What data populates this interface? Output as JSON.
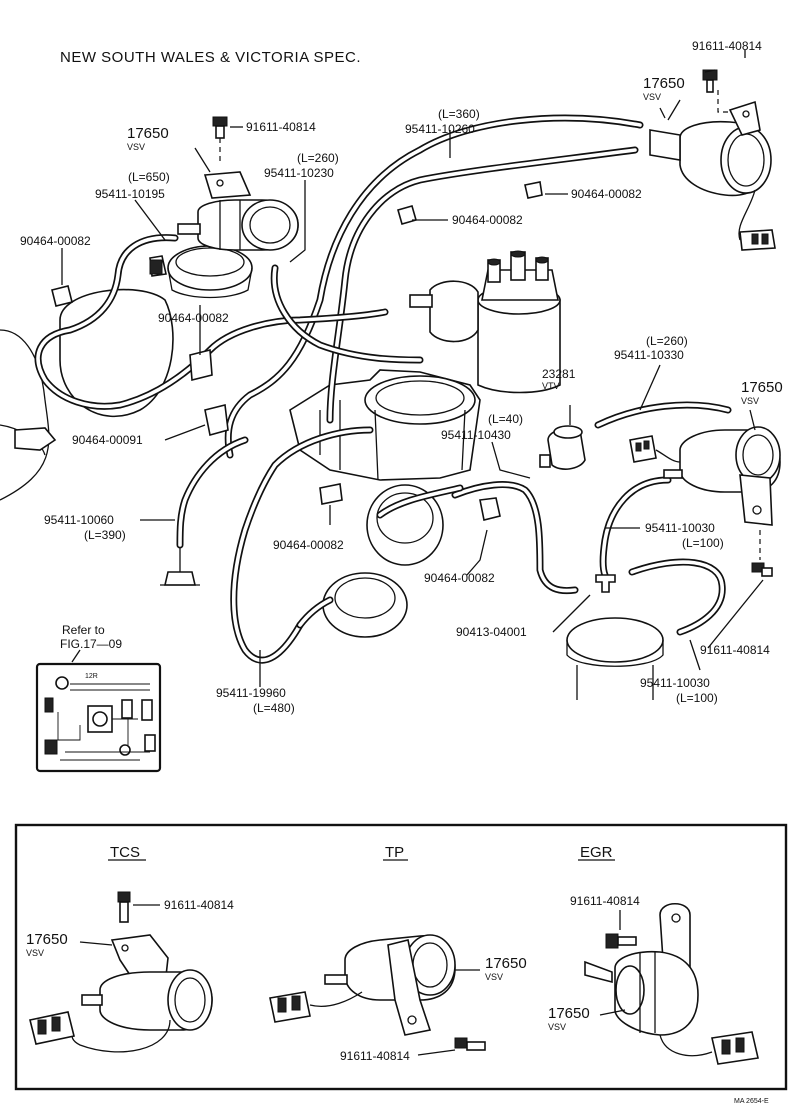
{
  "title": "NEW SOUTH WALES & VICTORIA SPEC.",
  "callouts": {
    "vsv_top_right": {
      "part": "17650",
      "sub": "VSV"
    },
    "bolt_top_right": "91611-40814",
    "hose_360": {
      "length": "(L=360)",
      "part": "95411-10260"
    },
    "clip_right_a": "90464-00082",
    "clip_right_b": "90464-00082",
    "vsv_top_left": {
      "part": "17650",
      "sub": "VSV"
    },
    "bolt_top_left": "91611-40814",
    "hose_260_top": {
      "length": "(L=260)",
      "part": "95411-10230"
    },
    "hose_650": {
      "length": "(L=650)",
      "part": "95411-10195"
    },
    "clip_left": "90464-00082",
    "clip_mid": "90464-00082",
    "vtv": {
      "part": "23281",
      "sub": "VTV"
    },
    "hose_260_right": {
      "length": "(L=260)",
      "part": "95411-10330"
    },
    "vsv_right": {
      "part": "17650",
      "sub": "VSV"
    },
    "hose_40": {
      "length": "(L=40)",
      "part": "95411-10430"
    },
    "clip_91": "90464-00091",
    "hose_390": {
      "part": "95411-10060",
      "length": "(L=390)"
    },
    "clip_lower_center": "90464-00082",
    "clip_lower_right": "90464-00082",
    "hose_100_upper": {
      "part": "95411-10030",
      "length": "(L=100)"
    },
    "tee": "90413-04001",
    "bolt_right": "91611-40814",
    "hose_480": {
      "part": "95411-19960",
      "length": "(L=480)"
    },
    "hose_100_lower": {
      "part": "95411-10030",
      "length": "(L=100)"
    }
  },
  "refer": {
    "line1": "Refer to",
    "line2": "FIG.17—09"
  },
  "inset_header": "12R",
  "variants": {
    "tcs": {
      "title": "TCS",
      "bolt": "91611-40814",
      "part": "17650",
      "sub": "VSV"
    },
    "tp": {
      "title": "TP",
      "bolt": "91611-40814",
      "part": "17650",
      "sub": "VSV"
    },
    "egr": {
      "title": "EGR",
      "bolt": "91611-40814",
      "part": "17650",
      "sub": "VSV"
    }
  },
  "footer_code": "MA  2654-E"
}
